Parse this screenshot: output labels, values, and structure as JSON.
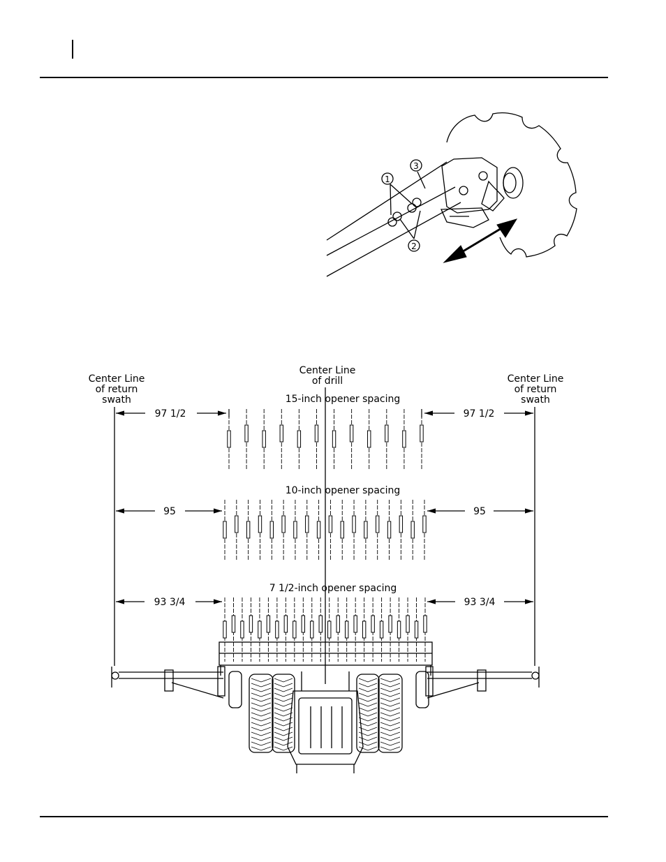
{
  "header": {
    "text": ""
  },
  "footer": {
    "text": ""
  },
  "disc_callouts": {
    "one": "1",
    "two": "2",
    "three": "3"
  },
  "marker_diagram": {
    "center_line_left": [
      "Center Line",
      "of return",
      "swath"
    ],
    "center_line_drill": [
      "Center Line",
      "of drill"
    ],
    "center_line_right": [
      "Center Line",
      "of return",
      "swath"
    ],
    "rows": [
      {
        "label": "15-inch opener spacing",
        "dimension": "97 1/2",
        "openers": 12
      },
      {
        "label": "10-inch opener spacing",
        "dimension": "95",
        "openers": 18
      },
      {
        "label": "7 1/2-inch opener spacing",
        "dimension": "93 3/4",
        "openers": 24
      }
    ]
  },
  "colors": {
    "ink": "#000000",
    "paper": "#ffffff"
  }
}
